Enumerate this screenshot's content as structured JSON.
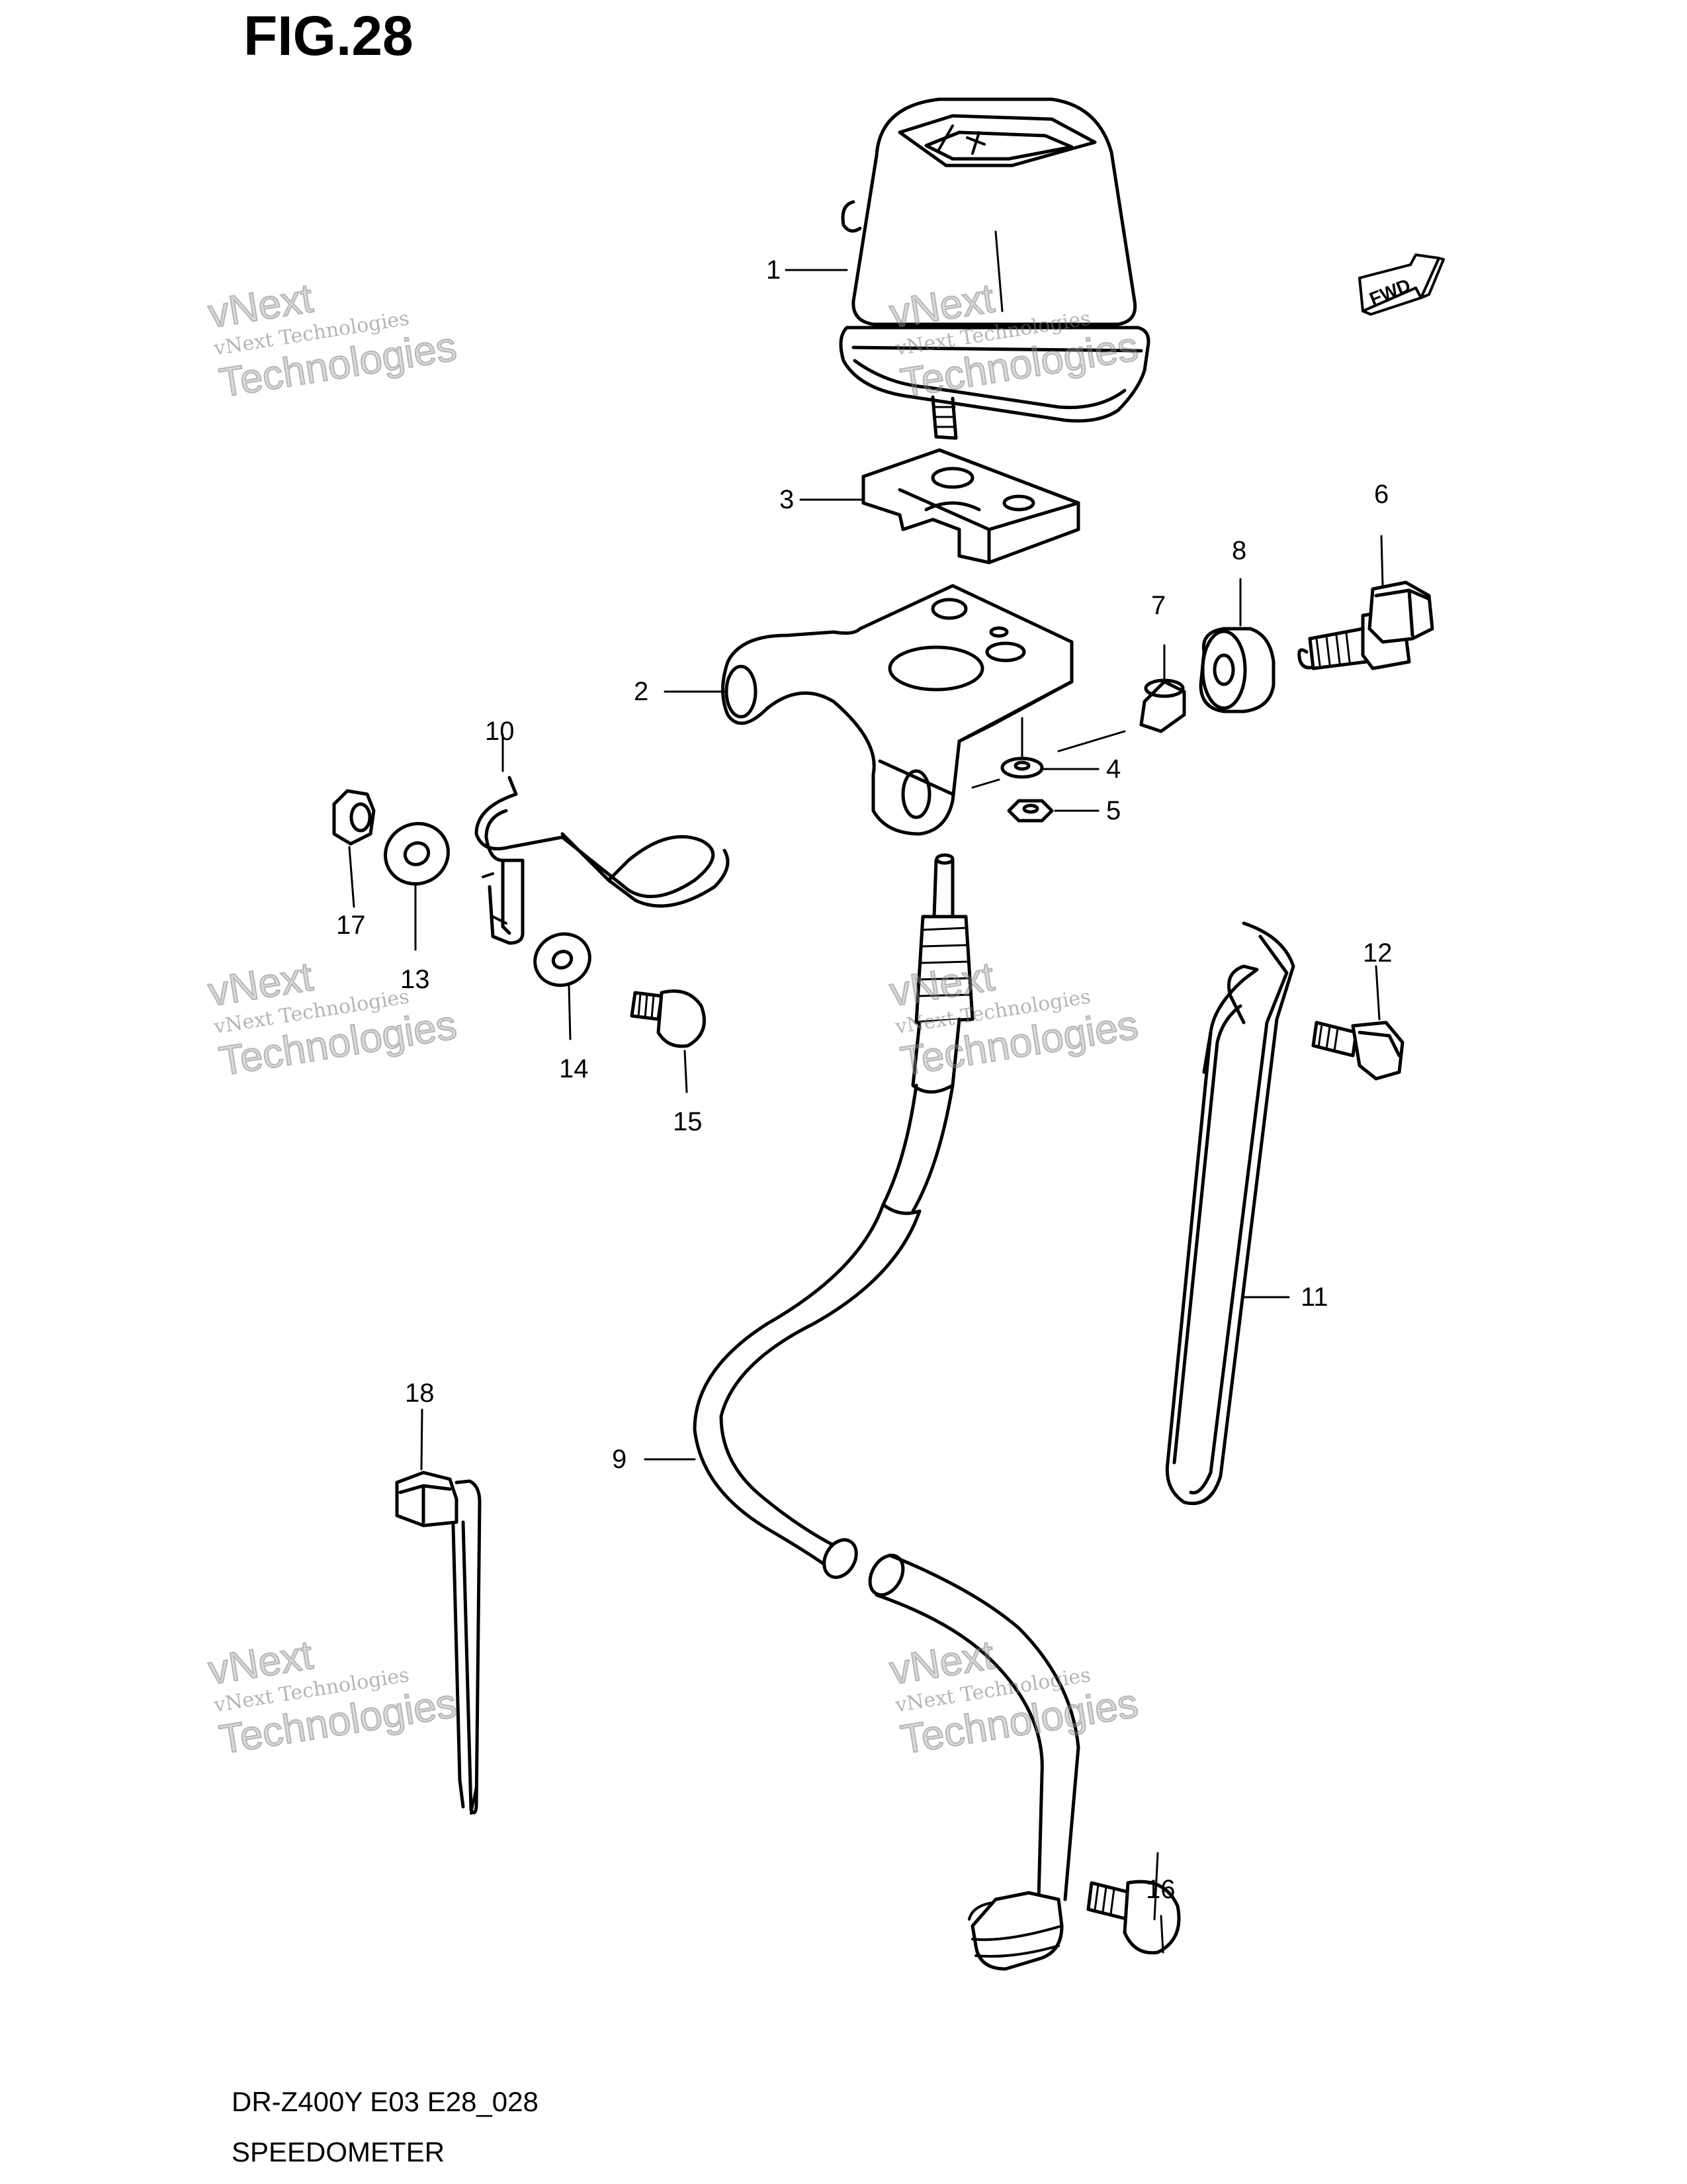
{
  "figure": {
    "title": "FIG.28",
    "model_code": "DR-Z400Y E03 E28_028",
    "section_name": "SPEEDOMETER",
    "fwd_label": "FWD"
  },
  "callouts": [
    "1",
    "2",
    "3",
    "4",
    "5",
    "6",
    "7",
    "8",
    "9",
    "10",
    "11",
    "12",
    "13",
    "14",
    "15",
    "16",
    "17",
    "18"
  ],
  "watermark": {
    "line1": "vNext",
    "line2": "vNext Technologies",
    "line3": "Technologies"
  }
}
